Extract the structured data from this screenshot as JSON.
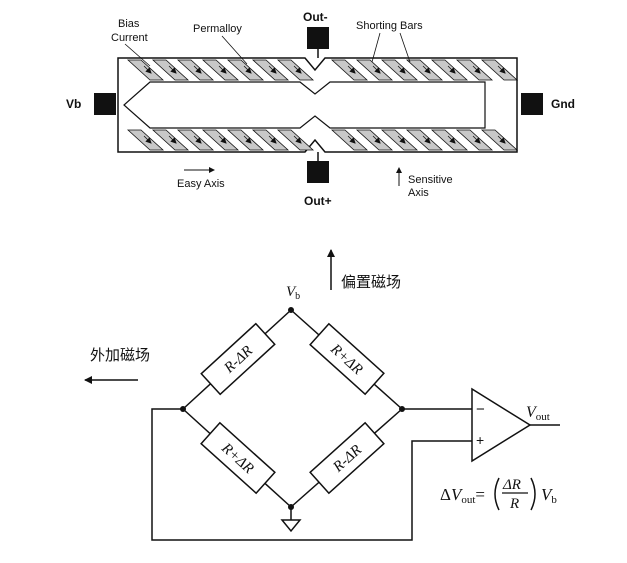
{
  "sensor": {
    "labels": {
      "bias_current": [
        "Bias",
        "Current"
      ],
      "permalloy": "Permalloy",
      "shorting_bars": "Shorting Bars",
      "out_minus": "Out-",
      "out_plus": "Out+",
      "vb": "Vb",
      "gnd": "Gnd",
      "easy_axis": "Easy Axis",
      "sensitive_axis": [
        "Sensitive",
        "Axis"
      ]
    }
  },
  "bridge": {
    "supply_label": "V",
    "supply_sub": "b",
    "bias_field_label": "偏置磁场",
    "external_field_label": "外加磁场",
    "resistors": {
      "top_left": "R-ΔR",
      "top_right": "R+ΔR",
      "bottom_left": "R+ΔR",
      "bottom_right": "R-ΔR"
    },
    "amp": {
      "minus": "−",
      "plus": "+",
      "output": "V",
      "output_sub": "out"
    },
    "formula": {
      "delta": "Δ",
      "v": "V",
      "sub": "out",
      "eq": "=",
      "num": "ΔR",
      "den": "R",
      "tail": "V",
      "tail_sub": "b"
    }
  },
  "colors": {
    "ink": "#111111",
    "stripe_fill": "#c8c8c8"
  }
}
